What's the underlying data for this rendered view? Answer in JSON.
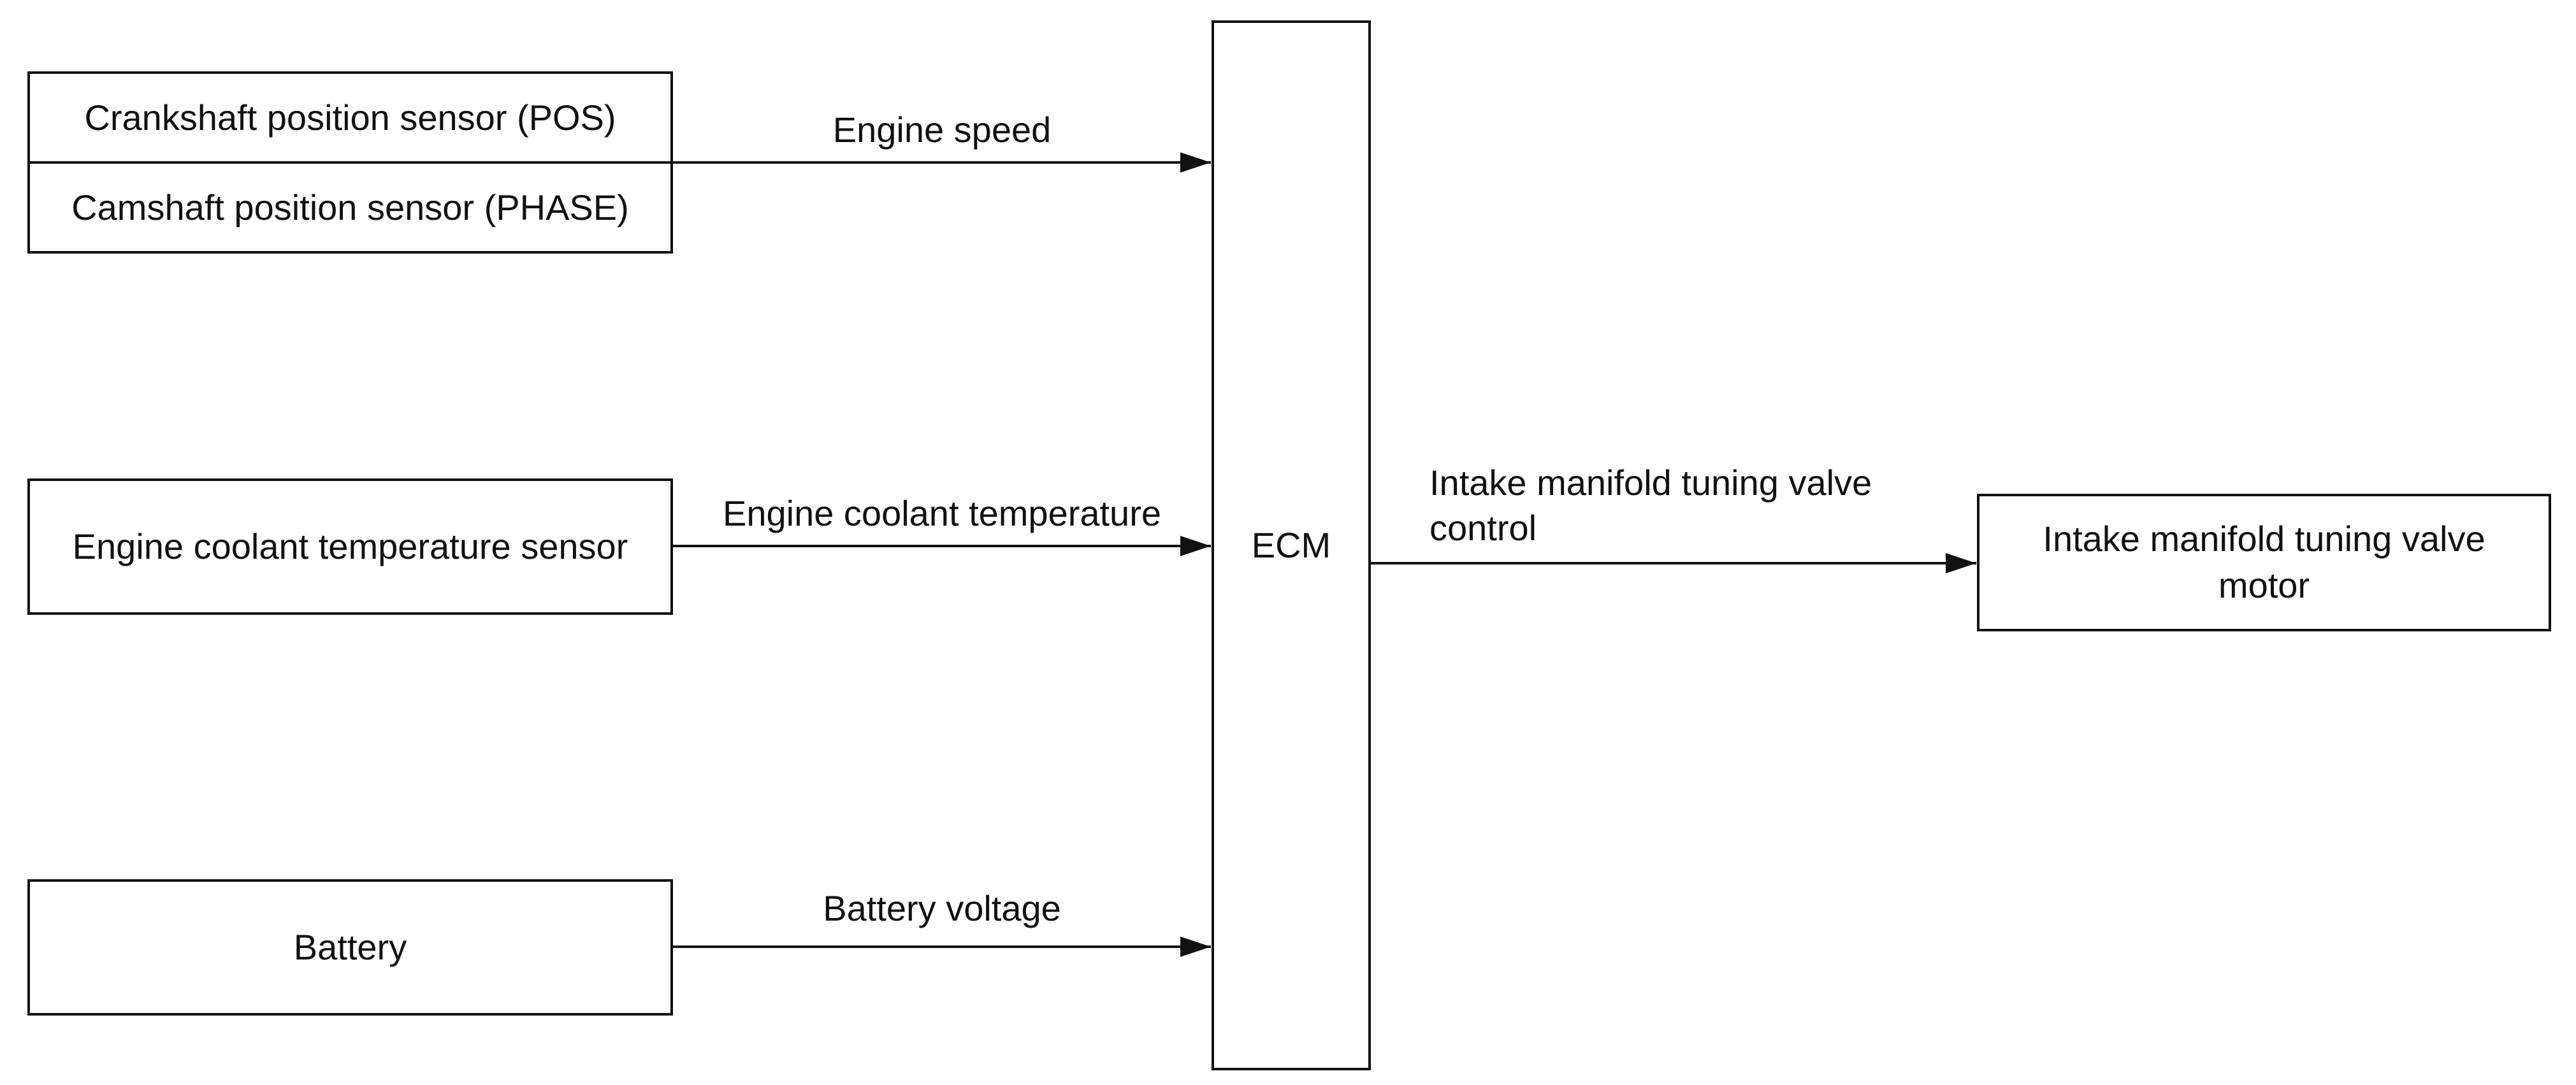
{
  "inputs": {
    "crankshaft_sensor": "Crankshaft position sensor (POS)",
    "camshaft_sensor": "Camshaft position sensor (PHASE)",
    "coolant_sensor": "Engine coolant temperature sensor",
    "battery": "Battery"
  },
  "ecm": {
    "label": "ECM"
  },
  "output": {
    "motor_line1": "Intake manifold tuning valve",
    "motor_line2": "motor"
  },
  "signals": {
    "engine_speed": "Engine speed",
    "coolant_temp": "Engine coolant temperature",
    "battery_voltage": "Battery voltage",
    "valve_control_line1": "Intake manifold tuning valve",
    "valve_control_line2": "control"
  }
}
